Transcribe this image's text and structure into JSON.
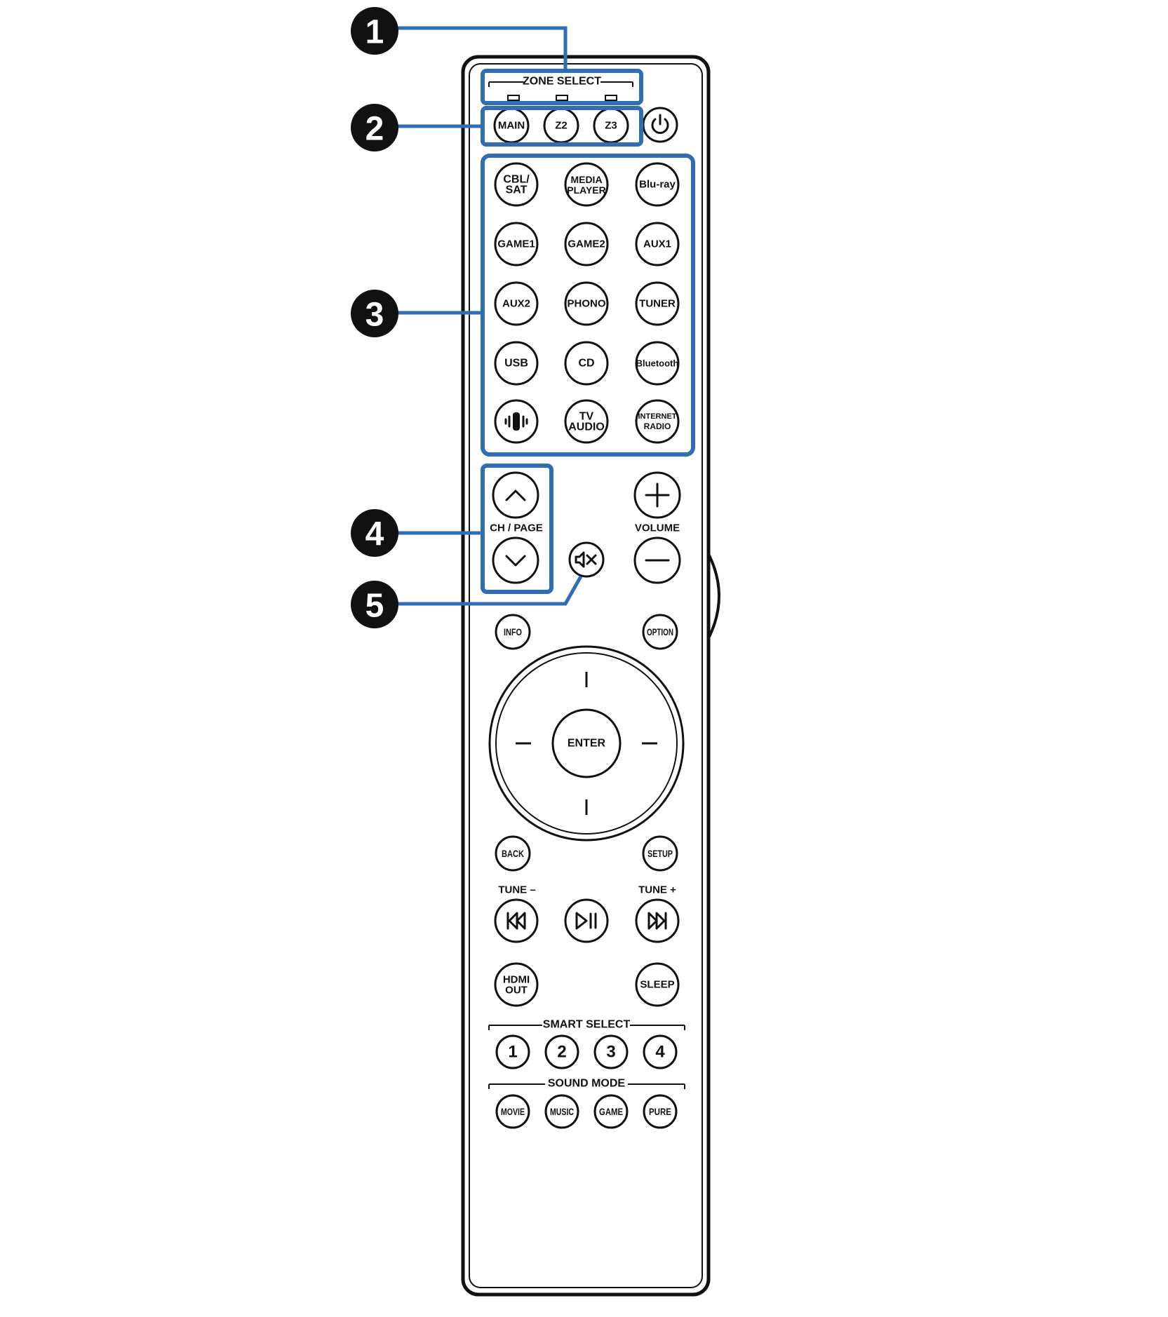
{
  "colors": {
    "callout": "#2f6db5",
    "outline": "#111111",
    "background": "#ffffff"
  },
  "callouts": [
    "1",
    "2",
    "3",
    "4",
    "5"
  ],
  "zone_select": {
    "label": "ZONE SELECT",
    "buttons": [
      "MAIN",
      "Z2",
      "Z3"
    ],
    "power_icon": "power-icon"
  },
  "inputs": {
    "row1": [
      "CBL/",
      "SAT",
      "MEDIA",
      "PLAYER",
      "Blu-ray"
    ],
    "row2": [
      "GAME1",
      "GAME2",
      "AUX1"
    ],
    "row3": [
      "AUX2",
      "PHONO",
      "TUNER"
    ],
    "row4": [
      "USB",
      "CD",
      "Bluetooth"
    ],
    "row5": [
      "heos-icon",
      "TV",
      "AUDIO",
      "INTERNET",
      "RADIO"
    ]
  },
  "channel": {
    "label": "CH / PAGE",
    "up_icon": "chevron-up-icon",
    "down_icon": "chevron-down-icon"
  },
  "volume": {
    "label": "VOLUME",
    "plus_icon": "plus-icon",
    "minus_icon": "minus-icon"
  },
  "mute_icon": "mute-icon",
  "nav": {
    "info": "INFO",
    "option": "OPTION",
    "enter": "ENTER",
    "back": "BACK",
    "setup": "SETUP"
  },
  "transport": {
    "tune_minus": "TUNE –",
    "tune_plus": "TUNE +",
    "prev_icon": "skip-back-icon",
    "play_icon": "play-pause-icon",
    "next_icon": "skip-forward-icon"
  },
  "misc": {
    "hdmi1": "HDMI",
    "hdmi2": "OUT",
    "sleep": "SLEEP"
  },
  "smart_select": {
    "label": "SMART SELECT",
    "buttons": [
      "1",
      "2",
      "3",
      "4"
    ]
  },
  "sound_mode": {
    "label": "SOUND MODE",
    "buttons": [
      "MOVIE",
      "MUSIC",
      "GAME",
      "PURE"
    ]
  }
}
